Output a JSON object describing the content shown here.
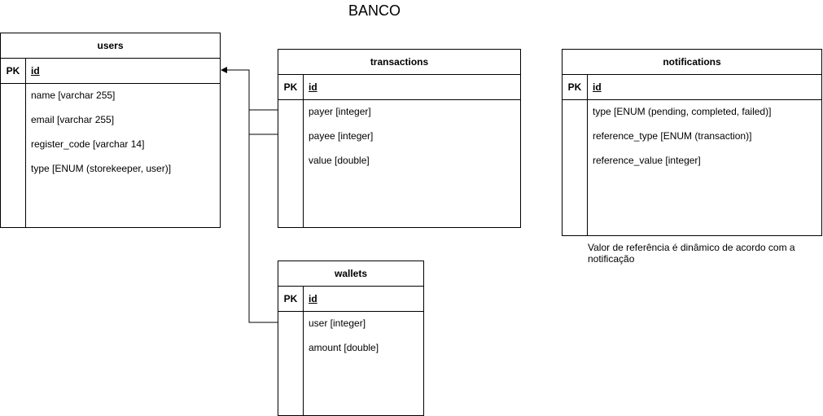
{
  "diagram": {
    "title": "BANCO",
    "note": "Valor de referência é dinâmico de acordo com a notificação"
  },
  "entities": {
    "users": {
      "name": "users",
      "pk_label": "PK",
      "pk_field": "id",
      "fields": [
        "name [varchar 255]",
        "email [varchar 255]",
        "register_code [varchar 14]",
        "type [ENUM (storekeeper, user)]"
      ]
    },
    "transactions": {
      "name": "transactions",
      "pk_label": "PK",
      "pk_field": "id",
      "fields": [
        "payer [integer]",
        "payee [integer]",
        "value [double]"
      ]
    },
    "notifications": {
      "name": "notifications",
      "pk_label": "PK",
      "pk_field": "id",
      "fields": [
        "type [ENUM (pending, completed, failed)]",
        "reference_type [ENUM (transaction)]",
        "reference_value [integer]"
      ]
    },
    "wallets": {
      "name": "wallets",
      "pk_label": "PK",
      "pk_field": "id",
      "fields": [
        "user [integer]",
        "amount [double]"
      ]
    }
  },
  "relationships": [
    {
      "from": "transactions.payer",
      "to": "users.id"
    },
    {
      "from": "transactions.payee",
      "to": "users.id"
    },
    {
      "from": "wallets.user",
      "to": "users.id"
    }
  ]
}
